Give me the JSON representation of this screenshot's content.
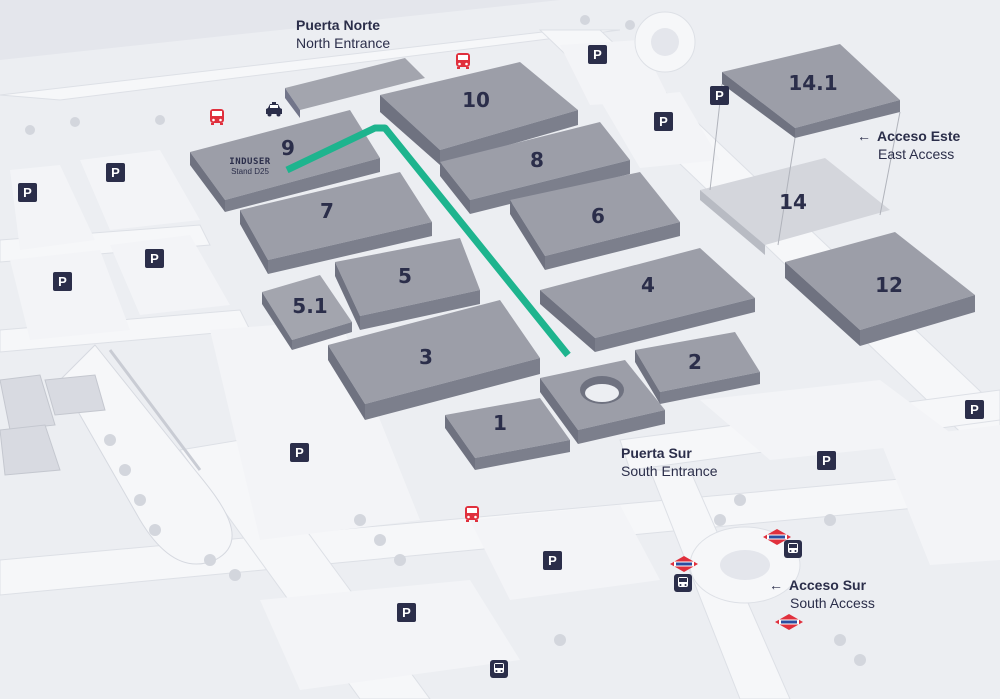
{
  "halls": [
    {
      "id": "hall-1",
      "label": "1"
    },
    {
      "id": "hall-2",
      "label": "2"
    },
    {
      "id": "hall-3",
      "label": "3"
    },
    {
      "id": "hall-4",
      "label": "4"
    },
    {
      "id": "hall-5",
      "label": "5"
    },
    {
      "id": "hall-5-1",
      "label": "5.1"
    },
    {
      "id": "hall-6",
      "label": "6"
    },
    {
      "id": "hall-7",
      "label": "7"
    },
    {
      "id": "hall-8",
      "label": "8"
    },
    {
      "id": "hall-9",
      "label": "9"
    },
    {
      "id": "hall-10",
      "label": "10"
    },
    {
      "id": "hall-12",
      "label": "12"
    },
    {
      "id": "hall-14",
      "label": "14"
    },
    {
      "id": "hall-14-1",
      "label": "14.1"
    }
  ],
  "entrances": {
    "north": {
      "title": "Puerta Norte",
      "subtitle": "North Entrance"
    },
    "south": {
      "title": "Puerta Sur",
      "subtitle": "South Entrance"
    },
    "east": {
      "title": "Acceso Este",
      "subtitle": "East Access",
      "arrow": "←"
    },
    "south_access": {
      "title": "Acceso Sur",
      "subtitle": "South Access",
      "arrow": "←"
    }
  },
  "stand": {
    "company": "INDUSER",
    "stand": "Stand D25"
  },
  "parking_label": "P",
  "metro_label": "Metro",
  "colors": {
    "hall": "#8d8f99",
    "hall_top": "#9c9ea8",
    "accent_route": "#1eb48e",
    "badge": "#2b2e4a",
    "bus_red": "#e0303d",
    "ground": "#e9ebf0",
    "road": "#f7f8fa"
  },
  "icons": [
    "parking-icon",
    "bus-icon",
    "taxi-icon",
    "metro-icon",
    "coach-icon"
  ]
}
